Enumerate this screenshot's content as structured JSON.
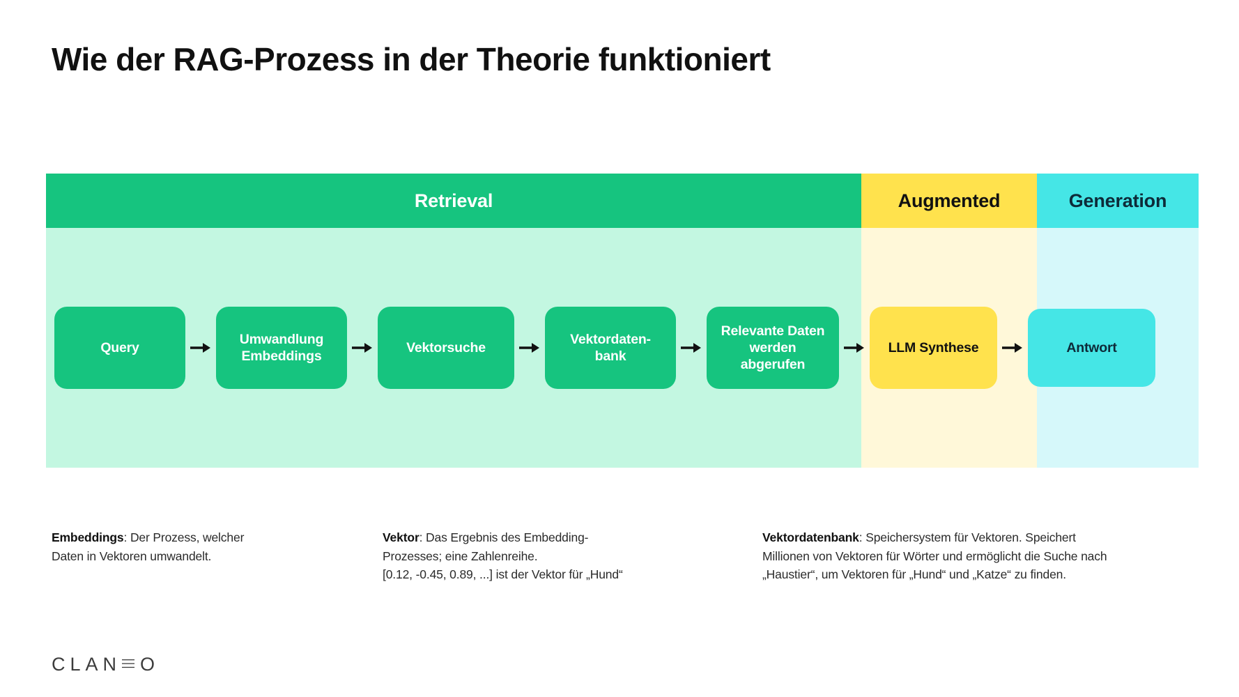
{
  "page": {
    "title": "Wie der RAG-Prozess in der Theorie funktioniert"
  },
  "diagram": {
    "columns": [
      {
        "label": "Retrieval",
        "header_bg": "#16c47f",
        "header_fg": "#ffffff",
        "band_bg": "#c3f7e1"
      },
      {
        "label": "Augmented",
        "header_bg": "#ffe24d",
        "header_fg": "#111111",
        "band_bg": "#fff8d9"
      },
      {
        "label": "Generation",
        "header_bg": "#45e6e6",
        "header_fg": "#0d2b39",
        "band_bg": "#d6f8fa"
      }
    ],
    "nodes": [
      {
        "id": "query",
        "label": "Query",
        "column": "Retrieval",
        "color": "#16c47f"
      },
      {
        "id": "umwandlung-embeddings",
        "line1": "Umwandlung",
        "line2": "Embeddings",
        "column": "Retrieval",
        "color": "#16c47f"
      },
      {
        "id": "vektorsuche",
        "label": "Vektorsuche",
        "column": "Retrieval",
        "color": "#16c47f"
      },
      {
        "id": "vektordatenbank",
        "line1": "Vektordaten-",
        "line2": "bank",
        "column": "Retrieval",
        "color": "#16c47f"
      },
      {
        "id": "relevante-daten",
        "line1": "Relevante Daten",
        "line2": "werden",
        "line3": "abgerufen",
        "column": "Retrieval",
        "color": "#16c47f"
      },
      {
        "id": "llm-synthese",
        "label": "LLM Synthese",
        "column": "Augmented",
        "color": "#ffe24d"
      },
      {
        "id": "antwort",
        "label": "Antwort",
        "column": "Generation",
        "color": "#45e6e6"
      }
    ],
    "arrow_icon": "arrow-right-icon"
  },
  "notes": [
    {
      "term": "Embeddings",
      "lines": [
        ": Der Prozess, welcher",
        "Daten in Vektoren umwandelt."
      ]
    },
    {
      "term": "Vektor",
      "lines": [
        ": Das Ergebnis des Embedding-",
        "Prozesses; eine Zahlenreihe.",
        "[0.12, -0.45, 0.89, ...] ist der Vektor für „Hund“"
      ]
    },
    {
      "term": "Vektordatenbank",
      "lines": [
        ": Speichersystem für Vektoren. Speichert",
        "Millionen von Vektoren für Wörter und ermöglicht die Suche nach",
        "„Haustier“, um Vektoren für „Hund“ und „Katze“ zu finden."
      ]
    }
  ],
  "footer": {
    "logo_text": "CLANEO",
    "logo_part1": "CLAN",
    "logo_part2": "O"
  }
}
